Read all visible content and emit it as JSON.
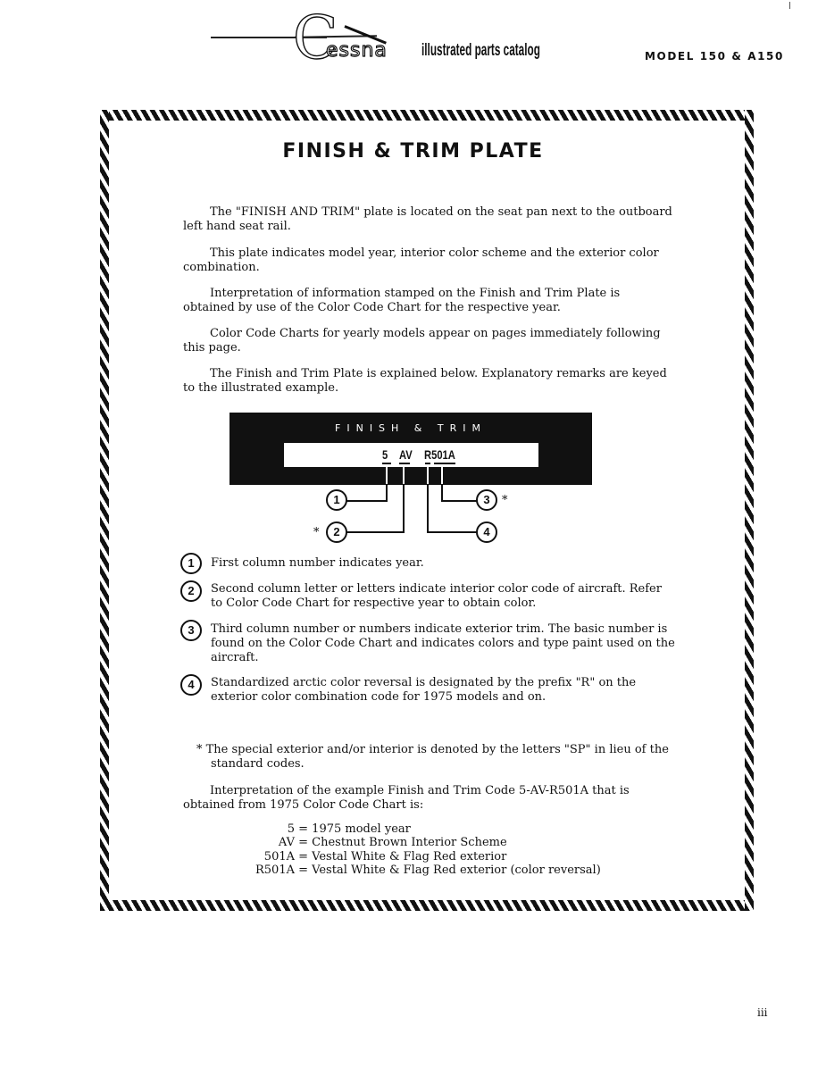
{
  "header": {
    "brand_initial": "C",
    "brand_rest": "essna",
    "catalog_title": "illustrated parts catalog",
    "model": "MODEL 150 & A150"
  },
  "page": {
    "title": "FINISH & TRIM PLATE",
    "paragraphs": [
      "The \"FINISH AND TRIM\" plate is located on the seat pan next to the outboard left hand seat rail.",
      "This plate indicates model year, interior color scheme and the exterior color combination.",
      "Interpretation of information stamped on the Finish and Trim Plate is obtained by use of the Color Code Chart for the respective year.",
      "Color Code Charts for yearly models appear on pages immediately following this page.",
      "The Finish and Trim Plate is explained below. Explanatory remarks are keyed to the illustrated example."
    ],
    "plate": {
      "label": "FINISH & TRIM",
      "code_year": "5",
      "code_interior": "AV",
      "code_exterior": "R501A",
      "callouts": [
        "1",
        "2",
        "3",
        "4"
      ],
      "asterisk": "*"
    },
    "legend": [
      {
        "num": "1",
        "text": "First column number indicates year."
      },
      {
        "num": "2",
        "text": "Second column letter or letters indicate interior color code of aircraft. Refer to Color Code Chart for respective year to obtain color."
      },
      {
        "num": "3",
        "text": "Third column number or numbers indicate exterior trim. The basic number is found on the Color Code Chart and indicates colors and type paint used on the aircraft."
      },
      {
        "num": "4",
        "text": "Standardized arctic color reversal is designated by the prefix \"R\" on the exterior color combination code for 1975 models and on."
      }
    ],
    "special_note": "* The special exterior and/or interior is denoted by the letters \"SP\" in lieu of the standard codes.",
    "interpretation_intro": "Interpretation of the example Finish and Trim Code 5-AV-R501A that is obtained from 1975 Color Code Chart is:",
    "interpretation": [
      {
        "code": "5",
        "meaning": "1975 model year"
      },
      {
        "code": "AV",
        "meaning": "Chestnut Brown Interior Scheme"
      },
      {
        "code": "501A",
        "meaning": "Vestal White & Flag Red exterior"
      },
      {
        "code": "R501A",
        "meaning": "Vestal White & Flag Red exterior (color reversal)"
      }
    ],
    "page_number": "iii"
  }
}
